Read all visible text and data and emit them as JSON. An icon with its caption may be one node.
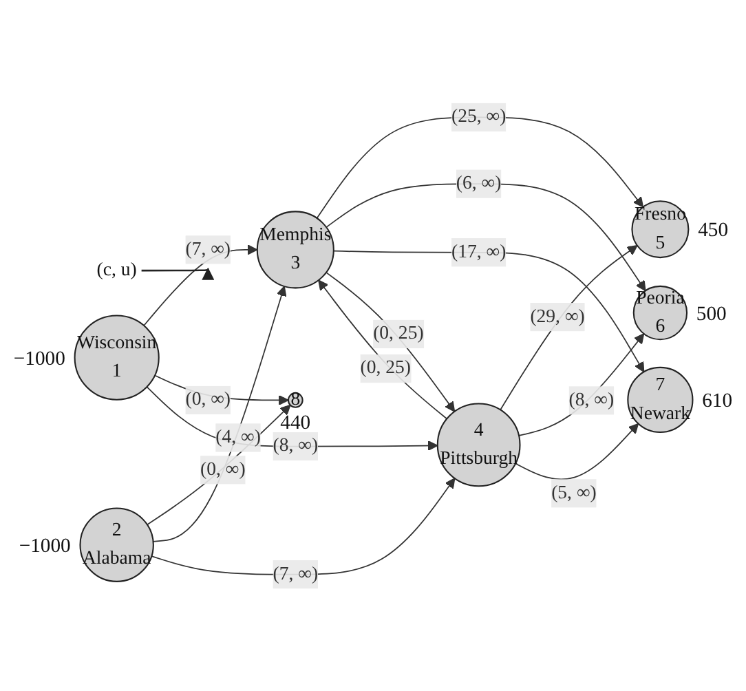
{
  "diagram": {
    "nodes": [
      {
        "text": [
          "(c, u)"
        ]
      },
      {
        "text": [
          "Wisconsin",
          "1"
        ],
        "beside": [
          "−1000"
        ]
      },
      {
        "text": [
          "2",
          "Alabama"
        ],
        "beside": [
          "−1000"
        ]
      },
      {
        "text": [
          "Memphis",
          "3"
        ]
      },
      {
        "text": [
          "4",
          "Pittsburgh"
        ]
      },
      {
        "text": [
          "Fresno",
          "5"
        ],
        "beside": [
          "450"
        ]
      },
      {
        "text": [
          "Peoria",
          "6"
        ],
        "beside": [
          "500"
        ]
      },
      {
        "text": [
          "7",
          "Newark"
        ],
        "beside": [
          "610"
        ]
      },
      {
        "text": [
          "8"
        ],
        "beside": [
          "440"
        ]
      }
    ],
    "edges": [
      {
        "from": 0,
        "to": null,
        "arrow": "to"
      },
      {
        "from": 1,
        "to": 3,
        "arrow": "to",
        "label": "(7, ∞)"
      },
      {
        "from": 1,
        "to": 8,
        "arrow": "to",
        "label": "(0, ∞)"
      },
      {
        "from": 1,
        "to": 4,
        "arrow": "to",
        "label": "(8, ∞)"
      },
      {
        "from": 2,
        "to": 8,
        "arrow": "to",
        "label": "(0, ∞)"
      },
      {
        "from": 2,
        "to": 3,
        "arrow": "to",
        "label": "(4, ∞)"
      },
      {
        "from": 2,
        "to": 4,
        "arrow": "to",
        "label": "(7, ∞)"
      },
      {
        "from": 3,
        "to": 5,
        "arrow": "to",
        "label": "(25, ∞)"
      },
      {
        "from": 3,
        "to": 6,
        "arrow": "to",
        "label": "(6, ∞)"
      },
      {
        "from": 3,
        "to": 7,
        "arrow": "to",
        "label": "(17, ∞)"
      },
      {
        "from": 3,
        "to": 4,
        "arrow": "to",
        "label": "(0, 25)"
      },
      {
        "from": 4,
        "to": 3,
        "arrow": "to",
        "label": "(0, 25)"
      },
      {
        "from": 4,
        "to": 5,
        "arrow": "to",
        "label": "(29, ∞)"
      },
      {
        "from": 4,
        "to": 6,
        "arrow": "to",
        "label": "(8, ∞)"
      },
      {
        "from": 4,
        "to": 7,
        "arrow": "to",
        "label": "(5, ∞)"
      }
    ]
  }
}
